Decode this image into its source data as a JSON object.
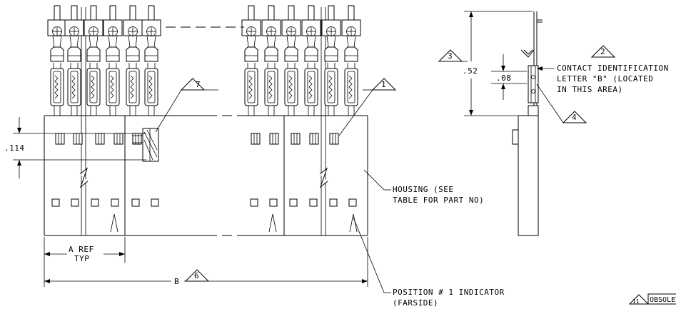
{
  "dimensions": {
    "height_052": ".52",
    "contact_008": ".08",
    "pitch_0114": ".114",
    "a_ref": "A REF",
    "a_typ": "TYP",
    "b": "B"
  },
  "callouts": {
    "housing_line1": "HOUSING (SEE",
    "housing_line2": "TABLE FOR PART NO)",
    "contact_line1": "CONTACT IDENTIFICATION",
    "contact_line2": "LETTER \"B\" (LOCATED",
    "contact_line3": "IN THIS AREA)",
    "position_line1": "POSITION # 1 INDICATOR",
    "position_line2": "(FARSIDE)"
  },
  "notes": {
    "n1": "1",
    "n2": "2",
    "n3": "3",
    "n4": "4",
    "n6": "6",
    "n7": "7",
    "n11": "11",
    "obsolete": "OBSOLETE"
  }
}
